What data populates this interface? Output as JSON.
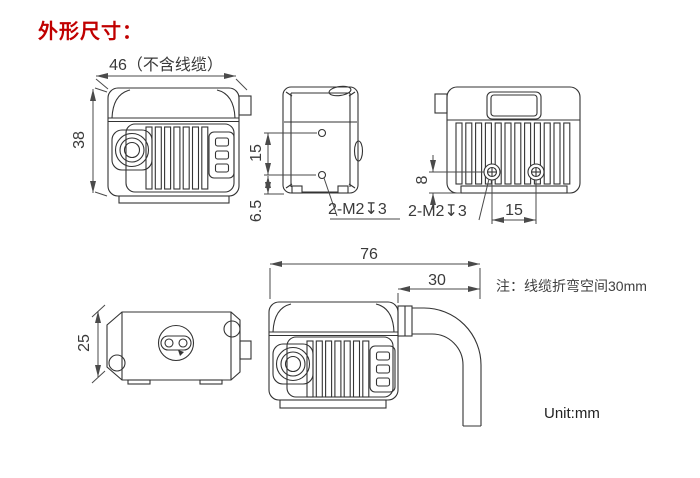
{
  "title": "外形尺寸：",
  "note": "注：线缆折弯空间30mm",
  "unit_label": "Unit:mm",
  "colors": {
    "title_red": "#c00000",
    "line": "#333333",
    "dim_text": "#3a3a3a"
  },
  "front_view": {
    "width_label": "46（不含线缆）",
    "height_label": "38"
  },
  "side_view": {
    "hole_spacing_label": "15",
    "bottom_offset_label": "6.5",
    "thread_label": "2-M2↧3"
  },
  "back_view": {
    "hole_height_label": "8",
    "hole_spacing_label": "15",
    "thread_label": "2-M2↧3"
  },
  "top_view": {
    "depth_label": "25"
  },
  "cable_view": {
    "total_width_label": "76",
    "bend_space_label": "30"
  }
}
